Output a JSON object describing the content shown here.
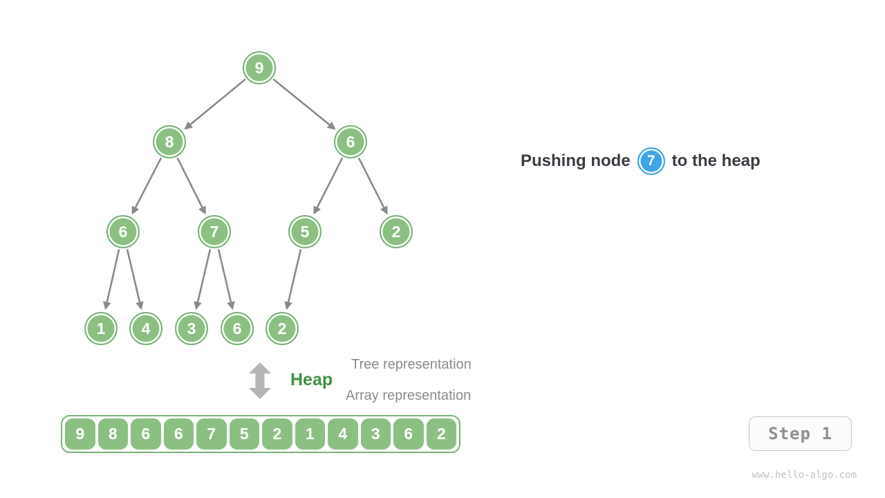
{
  "title": {
    "prefix": "Pushing node",
    "node_value": "7",
    "suffix": "to the heap"
  },
  "heap": {
    "label": "Heap",
    "tree_representation_label": "Tree representation",
    "array_representation_label": "Array representation",
    "tree_nodes": [
      "9",
      "8",
      "6",
      "6",
      "7",
      "5",
      "2",
      "1",
      "4",
      "3",
      "6",
      "2"
    ],
    "array_values": [
      "9",
      "8",
      "6",
      "6",
      "7",
      "5",
      "2",
      "1",
      "4",
      "3",
      "6",
      "2"
    ]
  },
  "step": {
    "label": "Step 1"
  },
  "watermark": "www.hello-algo.com",
  "colors": {
    "node_fill_green": "#8CC083",
    "node_border_green": "#79B377",
    "accent_blue": "#41A4E8",
    "heap_label_green": "#3E9142",
    "edge_gray": "#8A8A8A",
    "muted_text_gray": "#8C8C8C"
  }
}
